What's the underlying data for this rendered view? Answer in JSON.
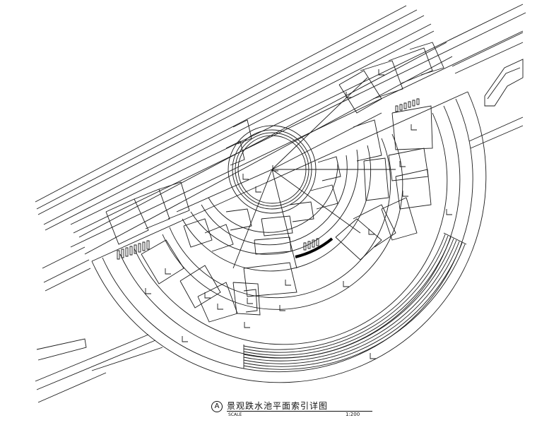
{
  "title_block": {
    "marker": "A",
    "title": "景观跌水池平面索引详图",
    "scale_label": "SCALE",
    "scale_value": "1:200"
  }
}
